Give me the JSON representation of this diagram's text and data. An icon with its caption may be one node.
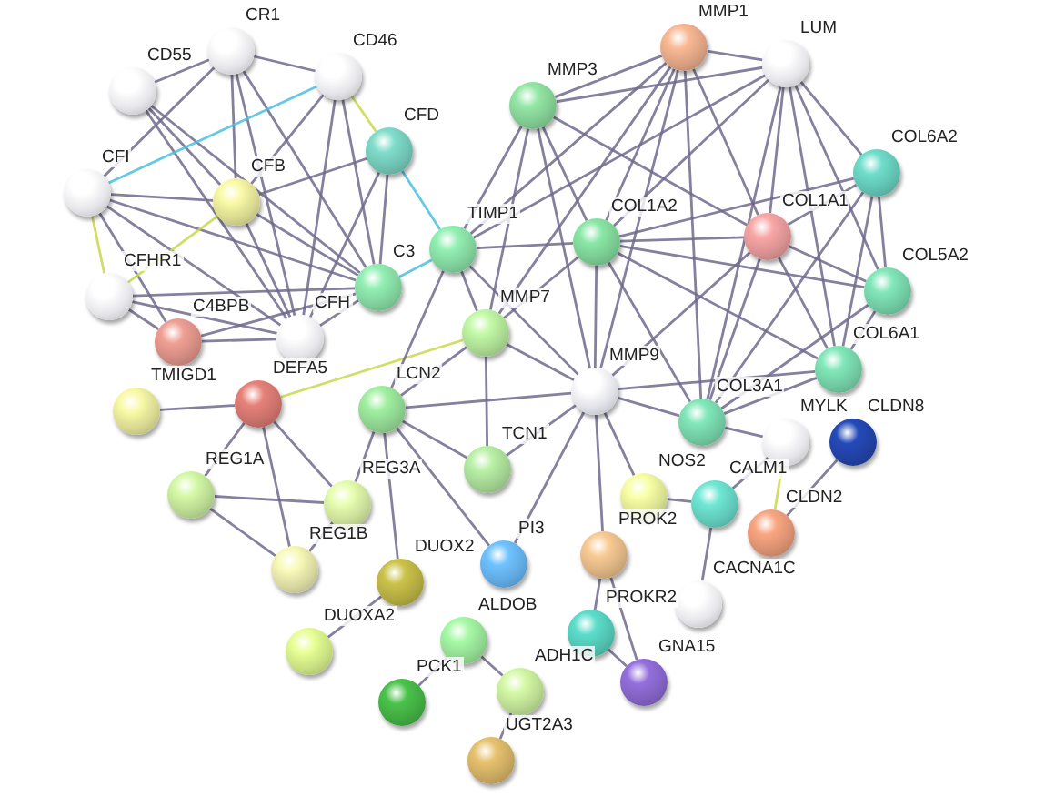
{
  "diagram": {
    "nodes": [
      {
        "text": [],
        "shape": "circle",
        "beside": [
          "CR1"
        ]
      },
      {
        "text": [],
        "shape": "circle",
        "beside": [
          "CD55"
        ]
      },
      {
        "text": [],
        "shape": "circle",
        "beside": [
          "CD46"
        ]
      },
      {
        "text": [],
        "shape": "circle",
        "beside": [
          "CFD"
        ]
      },
      {
        "text": [],
        "shape": "circle",
        "beside": [
          "CFI"
        ]
      },
      {
        "text": [],
        "shape": "circle",
        "beside": [
          "CFB"
        ]
      },
      {
        "text": [],
        "shape": "circle",
        "beside": [
          "C3"
        ]
      },
      {
        "text": [],
        "shape": "circle",
        "beside": [
          "TIMP1"
        ]
      },
      {
        "text": [],
        "shape": "circle",
        "beside": [
          "CFHR1"
        ]
      },
      {
        "text": [],
        "shape": "circle",
        "beside": [
          "C4BPB"
        ]
      },
      {
        "text": [],
        "shape": "circle",
        "beside": [
          "CFH"
        ]
      },
      {
        "text": [],
        "shape": "circle",
        "beside": [
          "DEFA5"
        ]
      },
      {
        "text": [],
        "shape": "circle",
        "beside": [
          "TMIGD1"
        ]
      },
      {
        "text": [],
        "shape": "circle",
        "beside": [
          "REG1A"
        ]
      },
      {
        "text": [],
        "shape": "circle",
        "beside": [
          "REG3A"
        ]
      },
      {
        "text": [],
        "shape": "circle",
        "beside": [
          "REG1B"
        ]
      },
      {
        "text": [],
        "shape": "circle",
        "beside": [
          "LCN2"
        ]
      },
      {
        "text": [],
        "shape": "circle",
        "beside": [
          "MMP7"
        ]
      },
      {
        "text": [],
        "shape": "circle",
        "beside": [
          "MMP3"
        ]
      },
      {
        "text": [],
        "shape": "circle",
        "beside": [
          "MMP1"
        ]
      },
      {
        "text": [],
        "shape": "circle",
        "beside": [
          "LUM"
        ]
      },
      {
        "text": [],
        "shape": "circle",
        "beside": [
          "COL1A2"
        ]
      },
      {
        "text": [],
        "shape": "circle",
        "beside": [
          "COL1A1"
        ]
      },
      {
        "text": [],
        "shape": "circle",
        "beside": [
          "COL6A2"
        ]
      },
      {
        "text": [],
        "shape": "circle",
        "beside": [
          "COL5A2"
        ]
      },
      {
        "text": [],
        "shape": "circle",
        "beside": [
          "COL6A1"
        ]
      },
      {
        "text": [],
        "shape": "circle",
        "beside": [
          "MMP9"
        ]
      },
      {
        "text": [],
        "shape": "circle",
        "beside": [
          "COL3A1"
        ]
      },
      {
        "text": [],
        "shape": "circle",
        "beside": [
          "TCN1"
        ]
      },
      {
        "text": [],
        "shape": "circle",
        "beside": [
          "NOS2"
        ]
      },
      {
        "text": [],
        "shape": "circle",
        "beside": [
          "MYLK"
        ]
      },
      {
        "text": [],
        "shape": "circle",
        "beside": [
          "CLDN8"
        ]
      },
      {
        "text": [],
        "shape": "circle",
        "beside": [
          "CALM1"
        ]
      },
      {
        "text": [],
        "shape": "circle",
        "beside": [
          "CLDN2"
        ]
      },
      {
        "text": [],
        "shape": "circle",
        "beside": [
          "PI3"
        ]
      },
      {
        "text": [],
        "shape": "circle",
        "beside": [
          "PROK2"
        ]
      },
      {
        "text": [],
        "shape": "circle",
        "beside": [
          "CACNA1C"
        ]
      },
      {
        "text": [],
        "shape": "circle",
        "beside": [
          "DUOX2"
        ]
      },
      {
        "text": [],
        "shape": "circle",
        "beside": [
          "DUOXA2"
        ]
      },
      {
        "text": [],
        "shape": "circle",
        "beside": [
          "ALDOB"
        ]
      },
      {
        "text": [],
        "shape": "circle",
        "beside": [
          "PROKR2"
        ]
      },
      {
        "text": [],
        "shape": "circle",
        "beside": [
          "GNA15"
        ]
      },
      {
        "text": [],
        "shape": "circle",
        "beside": [
          "PCK1"
        ]
      },
      {
        "text": [],
        "shape": "circle",
        "beside": [
          "ADH1C"
        ]
      },
      {
        "text": [],
        "shape": "circle",
        "beside": [
          "UGT2A3"
        ]
      }
    ],
    "edges": [
      {
        "from": 0,
        "to": 1,
        "arrow": "none"
      },
      {
        "from": 0,
        "to": 2,
        "arrow": "none"
      },
      {
        "from": 0,
        "to": 4,
        "arrow": "none"
      },
      {
        "from": 0,
        "to": 5,
        "arrow": "none"
      },
      {
        "from": 0,
        "to": 6,
        "arrow": "none"
      },
      {
        "from": 0,
        "to": 10,
        "arrow": "none"
      },
      {
        "from": 1,
        "to": 5,
        "arrow": "none"
      },
      {
        "from": 1,
        "to": 6,
        "arrow": "none"
      },
      {
        "from": 1,
        "to": 10,
        "arrow": "none"
      },
      {
        "from": 2,
        "to": 4,
        "arrow": "none",
        "color": "#4ac0e0"
      },
      {
        "from": 2,
        "to": 5,
        "arrow": "none"
      },
      {
        "from": 2,
        "to": 6,
        "arrow": "none"
      },
      {
        "from": 2,
        "to": 10,
        "arrow": "none"
      },
      {
        "from": 2,
        "to": 3,
        "arrow": "none",
        "color": "#c8d84a"
      },
      {
        "from": 3,
        "to": 5,
        "arrow": "none"
      },
      {
        "from": 3,
        "to": 6,
        "arrow": "none"
      },
      {
        "from": 3,
        "to": 10,
        "arrow": "none"
      },
      {
        "from": 3,
        "to": 7,
        "arrow": "none",
        "color": "#4ac0e0"
      },
      {
        "from": 4,
        "to": 5,
        "arrow": "none"
      },
      {
        "from": 4,
        "to": 6,
        "arrow": "none"
      },
      {
        "from": 4,
        "to": 10,
        "arrow": "none"
      },
      {
        "from": 4,
        "to": 8,
        "arrow": "none",
        "color": "#c8d84a"
      },
      {
        "from": 4,
        "to": 9,
        "arrow": "none"
      },
      {
        "from": 5,
        "to": 6,
        "arrow": "none"
      },
      {
        "from": 5,
        "to": 10,
        "arrow": "none"
      },
      {
        "from": 5,
        "to": 8,
        "arrow": "none",
        "color": "#c8d84a"
      },
      {
        "from": 8,
        "to": 6,
        "arrow": "none"
      },
      {
        "from": 8,
        "to": 10,
        "arrow": "none"
      },
      {
        "from": 8,
        "to": 9,
        "arrow": "none"
      },
      {
        "from": 9,
        "to": 6,
        "arrow": "none"
      },
      {
        "from": 9,
        "to": 10,
        "arrow": "none"
      },
      {
        "from": 10,
        "to": 6,
        "arrow": "none"
      },
      {
        "from": 6,
        "to": 7,
        "arrow": "none",
        "color": "#4ac0e0"
      },
      {
        "from": 11,
        "to": 12,
        "arrow": "none"
      },
      {
        "from": 11,
        "to": 13,
        "arrow": "none"
      },
      {
        "from": 11,
        "to": 15,
        "arrow": "none"
      },
      {
        "from": 11,
        "to": 14,
        "arrow": "none"
      },
      {
        "from": 11,
        "to": 17,
        "arrow": "none",
        "color": "#c8d84a"
      },
      {
        "from": 13,
        "to": 14,
        "arrow": "none"
      },
      {
        "from": 13,
        "to": 15,
        "arrow": "none"
      },
      {
        "from": 15,
        "to": 14,
        "arrow": "none"
      },
      {
        "from": 16,
        "to": 14,
        "arrow": "none"
      },
      {
        "from": 16,
        "to": 37,
        "arrow": "none"
      },
      {
        "from": 16,
        "to": 17,
        "arrow": "none"
      },
      {
        "from": 16,
        "to": 26,
        "arrow": "none"
      },
      {
        "from": 16,
        "to": 28,
        "arrow": "none"
      },
      {
        "from": 16,
        "to": 34,
        "arrow": "none"
      },
      {
        "from": 16,
        "to": 7,
        "arrow": "none"
      },
      {
        "from": 17,
        "to": 7,
        "arrow": "none"
      },
      {
        "from": 17,
        "to": 26,
        "arrow": "none"
      },
      {
        "from": 17,
        "to": 28,
        "arrow": "none"
      },
      {
        "from": 17,
        "to": 18,
        "arrow": "none"
      },
      {
        "from": 17,
        "to": 19,
        "arrow": "none"
      },
      {
        "from": 17,
        "to": 21,
        "arrow": "none"
      },
      {
        "from": 7,
        "to": 18,
        "arrow": "none"
      },
      {
        "from": 7,
        "to": 19,
        "arrow": "none"
      },
      {
        "from": 7,
        "to": 21,
        "arrow": "none"
      },
      {
        "from": 7,
        "to": 26,
        "arrow": "none"
      },
      {
        "from": 7,
        "to": 20,
        "arrow": "none"
      },
      {
        "from": 18,
        "to": 19,
        "arrow": "none"
      },
      {
        "from": 18,
        "to": 20,
        "arrow": "none"
      },
      {
        "from": 18,
        "to": 21,
        "arrow": "none"
      },
      {
        "from": 18,
        "to": 26,
        "arrow": "none"
      },
      {
        "from": 18,
        "to": 22,
        "arrow": "none"
      },
      {
        "from": 19,
        "to": 20,
        "arrow": "none"
      },
      {
        "from": 19,
        "to": 21,
        "arrow": "none"
      },
      {
        "from": 19,
        "to": 22,
        "arrow": "none"
      },
      {
        "from": 19,
        "to": 26,
        "arrow": "none"
      },
      {
        "from": 19,
        "to": 27,
        "arrow": "none"
      },
      {
        "from": 20,
        "to": 21,
        "arrow": "none"
      },
      {
        "from": 20,
        "to": 22,
        "arrow": "none"
      },
      {
        "from": 20,
        "to": 23,
        "arrow": "none"
      },
      {
        "from": 20,
        "to": 24,
        "arrow": "none"
      },
      {
        "from": 20,
        "to": 25,
        "arrow": "none"
      },
      {
        "from": 20,
        "to": 27,
        "arrow": "none"
      },
      {
        "from": 21,
        "to": 22,
        "arrow": "none"
      },
      {
        "from": 21,
        "to": 23,
        "arrow": "none"
      },
      {
        "from": 21,
        "to": 24,
        "arrow": "none"
      },
      {
        "from": 21,
        "to": 25,
        "arrow": "none"
      },
      {
        "from": 21,
        "to": 26,
        "arrow": "none"
      },
      {
        "from": 21,
        "to": 27,
        "arrow": "none"
      },
      {
        "from": 22,
        "to": 23,
        "arrow": "none"
      },
      {
        "from": 22,
        "to": 24,
        "arrow": "none"
      },
      {
        "from": 22,
        "to": 25,
        "arrow": "none"
      },
      {
        "from": 22,
        "to": 27,
        "arrow": "none"
      },
      {
        "from": 22,
        "to": 26,
        "arrow": "none"
      },
      {
        "from": 23,
        "to": 24,
        "arrow": "none"
      },
      {
        "from": 23,
        "to": 25,
        "arrow": "none"
      },
      {
        "from": 23,
        "to": 27,
        "arrow": "none"
      },
      {
        "from": 24,
        "to": 25,
        "arrow": "none"
      },
      {
        "from": 24,
        "to": 27,
        "arrow": "none"
      },
      {
        "from": 25,
        "to": 27,
        "arrow": "none"
      },
      {
        "from": 26,
        "to": 27,
        "arrow": "none"
      },
      {
        "from": 26,
        "to": 25,
        "arrow": "none"
      },
      {
        "from": 26,
        "to": 28,
        "arrow": "none"
      },
      {
        "from": 26,
        "to": 34,
        "arrow": "none"
      },
      {
        "from": 26,
        "to": 29,
        "arrow": "none"
      },
      {
        "from": 26,
        "to": 35,
        "arrow": "none"
      },
      {
        "from": 27,
        "to": 30,
        "arrow": "none"
      },
      {
        "from": 29,
        "to": 32,
        "arrow": "none"
      },
      {
        "from": 32,
        "to": 30,
        "arrow": "none"
      },
      {
        "from": 32,
        "to": 36,
        "arrow": "none"
      },
      {
        "from": 30,
        "to": 33,
        "arrow": "none",
        "color": "#c8d84a"
      },
      {
        "from": 31,
        "to": 33,
        "arrow": "none"
      },
      {
        "from": 35,
        "to": 40,
        "arrow": "none"
      },
      {
        "from": 35,
        "to": 41,
        "arrow": "none"
      },
      {
        "from": 40,
        "to": 41,
        "arrow": "none"
      },
      {
        "from": 39,
        "to": 42,
        "arrow": "none"
      },
      {
        "from": 39,
        "to": 43,
        "arrow": "none"
      },
      {
        "from": 43,
        "to": 44,
        "arrow": "none"
      },
      {
        "from": 37,
        "to": 38,
        "arrow": "none"
      }
    ]
  }
}
